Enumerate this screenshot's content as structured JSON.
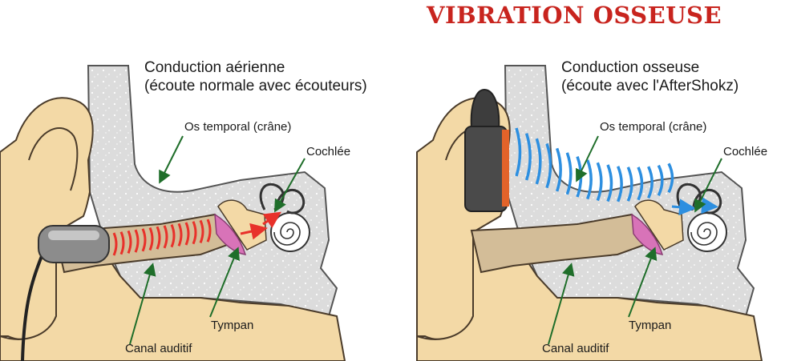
{
  "title": "VIBRATION OSSEUSE",
  "colors": {
    "title": "#c8241e",
    "skin": "#f3d9a6",
    "skin_outline": "#4a3b2a",
    "canal": "#d3bd98",
    "bone": "#d9d9d9",
    "bone_outline": "#555555",
    "pointer": "#1f6e2a",
    "air_wave": "#e8312a",
    "bone_wave": "#2d8fe0",
    "tympan": "#d873b8",
    "earphone": "#8c8c8c",
    "aftershokz": "#4a4a4a",
    "aftershokz_strip": "#e2632a"
  },
  "left": {
    "heading": "Conduction aérienne",
    "subheading": "(écoute normale avec écouteurs)",
    "labels": {
      "os_temporal": "Os temporal (crâne)",
      "cochlee": "Cochlée",
      "tympan": "Tympan",
      "canal": "Canal auditif"
    },
    "device_icon": "earphone-icon"
  },
  "right": {
    "heading": "Conduction osseuse",
    "subheading": "(écoute avec l'AfterShokz)",
    "labels": {
      "os_temporal": "Os temporal (crâne)",
      "cochlee": "Cochlée",
      "tympan": "Tympan",
      "canal": "Canal auditif"
    },
    "device_icon": "bone-conduction-headphone-icon"
  }
}
